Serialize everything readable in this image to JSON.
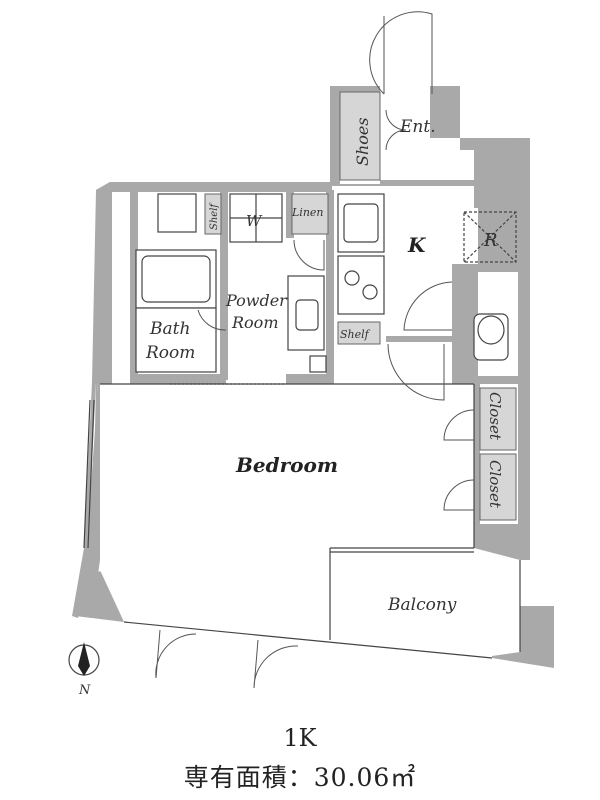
{
  "plan": {
    "rooms": {
      "entrance": "Ent.",
      "shoes": "Shoes",
      "shelf_top": "Shelf",
      "washer": "W",
      "linen": "Linen",
      "kitchen": "K",
      "refrigerator": "R",
      "powder_line1": "Powder",
      "powder_line2": "Room",
      "shelf_mid": "Shelf",
      "bath_line1": "Bath",
      "bath_line2": "Room",
      "bedroom": "Bedroom",
      "closet_1": "Closet",
      "closet_2": "Closet",
      "balcony": "Balcony"
    },
    "compass_label": "N"
  },
  "caption": {
    "layout_type": "1K",
    "area": "専有面積：30.06㎡"
  },
  "colors": {
    "wall": "#a9a9a9",
    "fixture": "#d6d6d6",
    "line": "#444444"
  }
}
